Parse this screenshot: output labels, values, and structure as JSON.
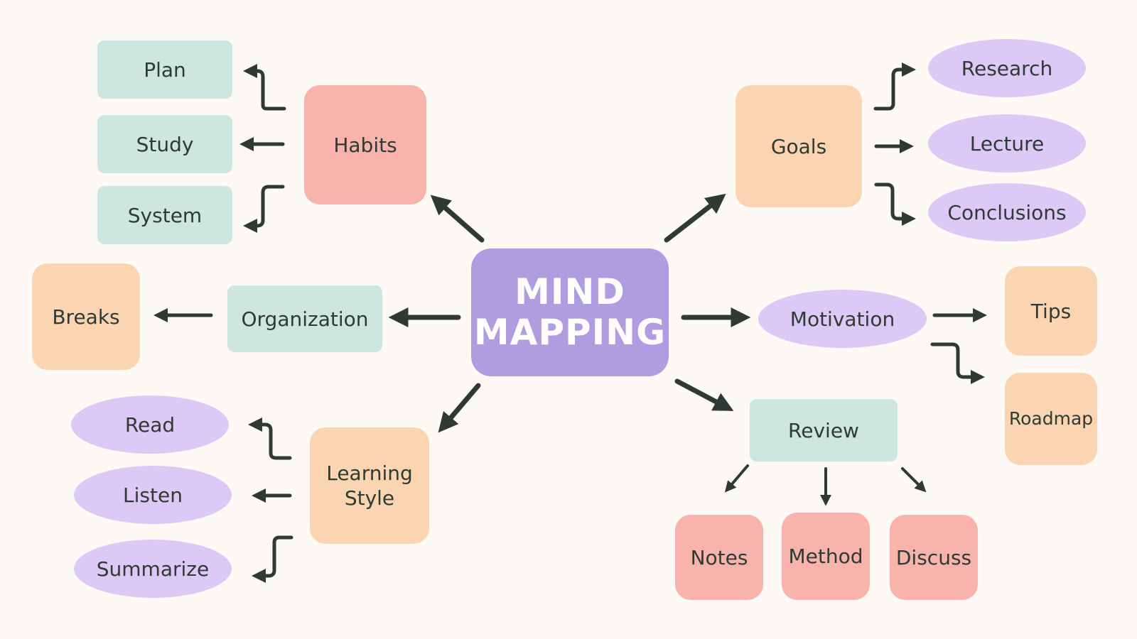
{
  "center": {
    "line1": "MIND",
    "line2": "MAPPING"
  },
  "habits": {
    "label": "Habits",
    "children": [
      "Plan",
      "Study",
      "System"
    ]
  },
  "organization": {
    "label": "Organization",
    "children": [
      "Breaks"
    ]
  },
  "learning_style": {
    "line1": "Learning",
    "line2": "Style",
    "children": [
      "Read",
      "Listen",
      "Summarize"
    ]
  },
  "goals": {
    "label": "Goals",
    "children": [
      "Research",
      "Lecture",
      "Conclusions"
    ]
  },
  "motivation": {
    "label": "Motivation",
    "children": [
      "Tips",
      "Roadmap"
    ]
  },
  "review": {
    "label": "Review",
    "children": [
      "Notes",
      "Method",
      "Discuss"
    ]
  },
  "colors": {
    "center": "#ae9ee0",
    "green": "#cde6df",
    "pink": "#f8b3ac",
    "peach": "#fbd5b2",
    "purple": "#dcc9f5",
    "arrow": "#2f3a35",
    "background": "#fdfaf6"
  }
}
